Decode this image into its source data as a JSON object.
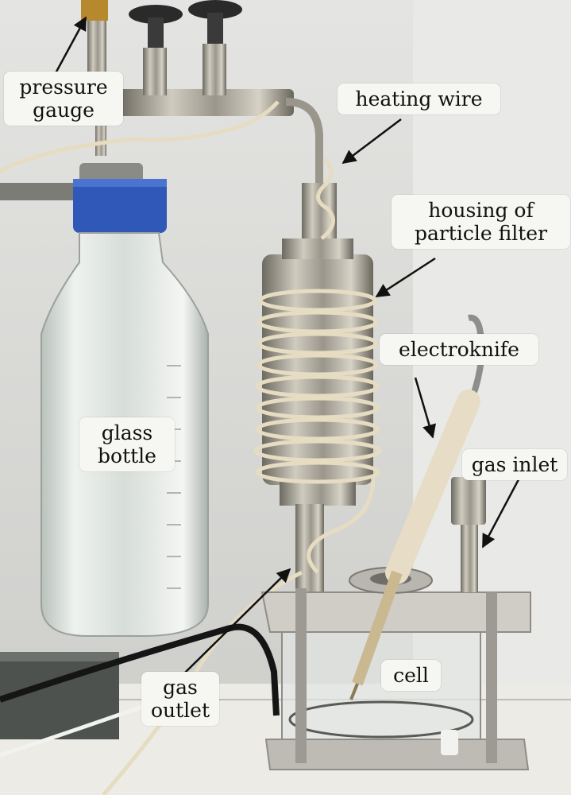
{
  "labels": {
    "pressure_gauge": [
      "pressure",
      "gauge"
    ],
    "heating_wire": [
      "heating wire"
    ],
    "housing_of_particle_filter": [
      "housing of",
      "particle filter"
    ],
    "electroknife": [
      "electroknife"
    ],
    "gas_inlet": [
      "gas inlet"
    ],
    "glass_bottle": [
      "glass",
      "bottle"
    ],
    "gas_outlet": [
      "gas",
      "outlet"
    ],
    "cell": [
      "cell"
    ]
  },
  "colors": {
    "background": "#d9d9d6",
    "steel": "#a9a59a",
    "bottle_cap": "#2f58b8",
    "wire": "#e6dcc2",
    "label_bg": "#f6f6f3",
    "arrow": "#111111"
  }
}
